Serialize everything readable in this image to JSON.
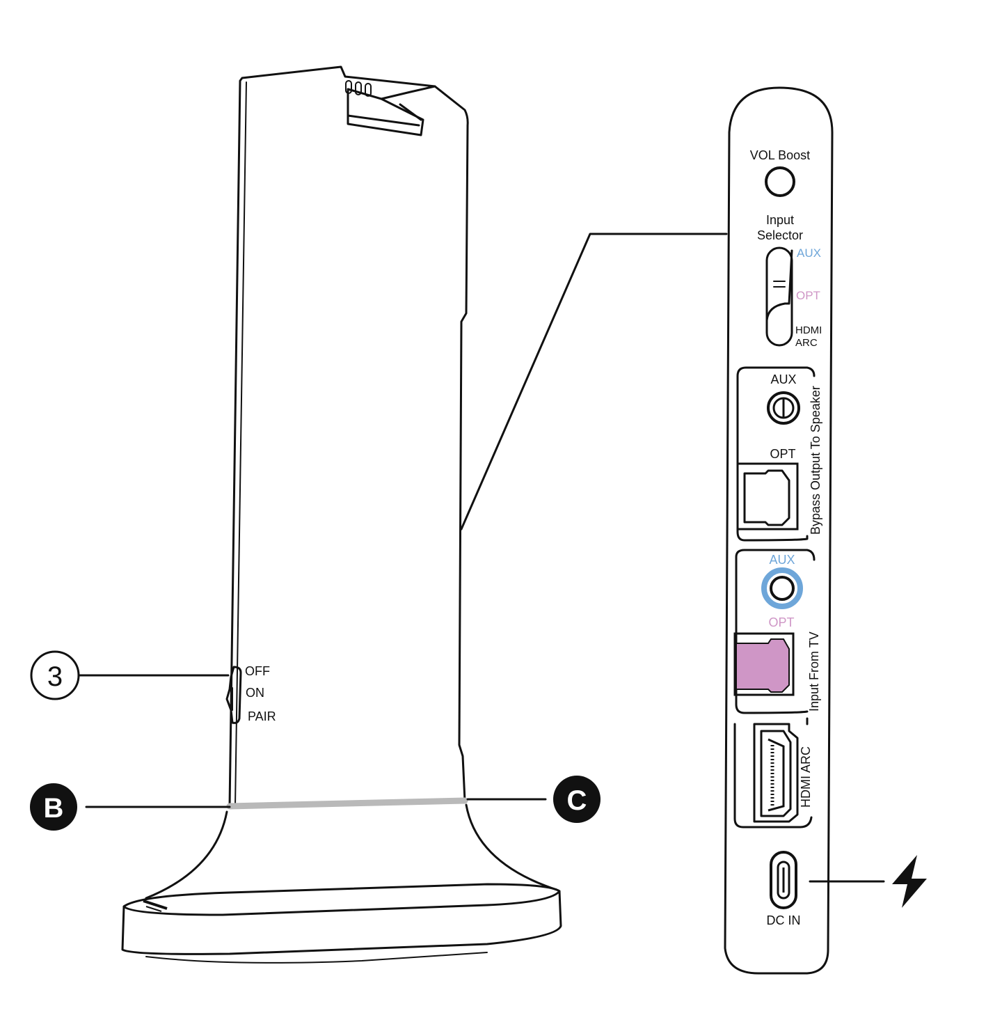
{
  "colors": {
    "aux_blue": "#6ea6d9",
    "opt_pink": "#cf96c6",
    "band_gray": "#b9b9b9",
    "ink": "#111111"
  },
  "callouts": {
    "three": "3",
    "b": "B",
    "c": "C"
  },
  "power_switch": {
    "off": "OFF",
    "on": "ON",
    "pair": "PAIR"
  },
  "panel": {
    "vol_boost": "VOL Boost",
    "input_selector_line1": "Input",
    "input_selector_line2": "Selector",
    "selector_aux": "AUX",
    "selector_opt": "OPT",
    "selector_hdmi_line1": "HDMI",
    "selector_hdmi_line2": "ARC",
    "bypass_aux": "AUX",
    "bypass_opt": "OPT",
    "bypass_group_label": "Bypass Output To Speaker",
    "input_aux": "AUX",
    "input_opt": "OPT",
    "input_group_label": "Input From TV",
    "hdmi_arc": "HDMI ARC",
    "dc_in": "DC IN"
  },
  "icons": {
    "power": "lightning-bolt-icon"
  }
}
